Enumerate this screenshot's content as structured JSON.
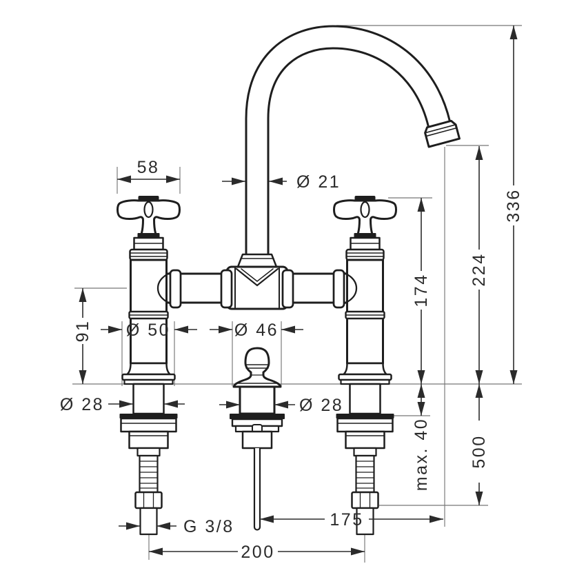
{
  "drawing": {
    "type": "technical-dimension-drawing",
    "subject": "2-handle bridge basin mixer with pop-up waste",
    "colors": {
      "line": "#1e1e1e",
      "dimension": "#2b2b2b",
      "reference": "#767676",
      "background": "#ffffff"
    },
    "dimensions": {
      "handle_width": "58",
      "spout_tube_diameter": "Ø 21",
      "total_height": "336",
      "spout_outlet_height": "224",
      "handle_height": "174",
      "body_height": "91",
      "body_diameter": "Ø 50",
      "popup_knob_diameter": "Ø 46",
      "shank_diameter": "Ø 28",
      "waste_diameter": "Ø 28",
      "max_counter_thickness": "max. 40",
      "hose_length": "500",
      "spout_reach": "175",
      "hole_distance": "200",
      "thread_size": "G 3/8"
    }
  }
}
